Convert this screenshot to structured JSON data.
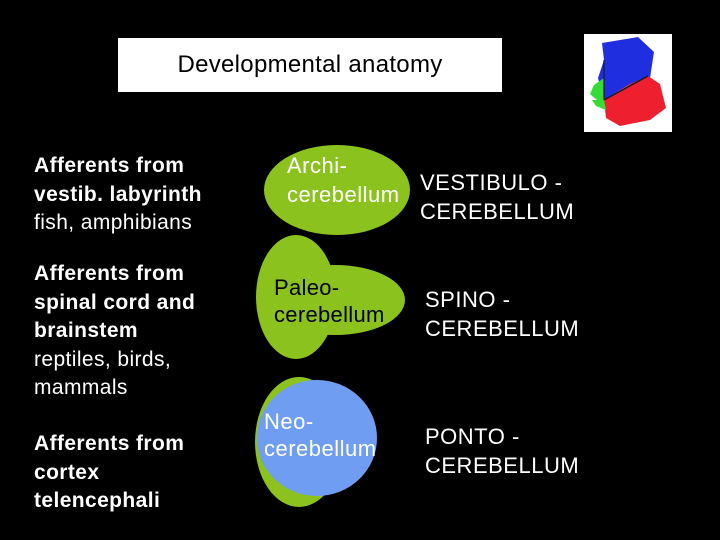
{
  "title": "Developmental anatomy",
  "afferents": [
    {
      "bold_lines": [
        "Afferents from",
        "vestib. labyrinth"
      ],
      "plain_lines": [
        "fish, amphibians"
      ]
    },
    {
      "bold_lines": [
        "Afferents from",
        "spinal cord and",
        "brainstem"
      ],
      "plain_lines": [
        "reptiles, birds,",
        "mammals"
      ]
    },
    {
      "bold_lines": [
        "Afferents from",
        "cortex",
        "telencephali"
      ],
      "plain_lines": []
    }
  ],
  "regions": [
    {
      "name_lines": [
        "Archi-",
        "cerebellum"
      ],
      "functional_lines": [
        "VESTIBULO -",
        "CEREBELLUM"
      ]
    },
    {
      "name_lines": [
        "Paleo-",
        "cerebellum"
      ],
      "functional_lines": [
        "SPINO -",
        "CEREBELLUM"
      ]
    },
    {
      "name_lines": [
        "Neo-",
        "cerebellum"
      ],
      "functional_lines": [
        "PONTO -",
        "CEREBELLUM"
      ]
    }
  ],
  "colors": {
    "background": "#000000",
    "archi": "#8cc21e",
    "paleo": "#8cc21e",
    "neo": "#6f9df2",
    "thumb_blue": "#1f2fe0",
    "thumb_red": "#ee2030",
    "thumb_green": "#33dd33"
  },
  "icons": {
    "thumbnail": "cerebellum-thumbnail-icon"
  }
}
